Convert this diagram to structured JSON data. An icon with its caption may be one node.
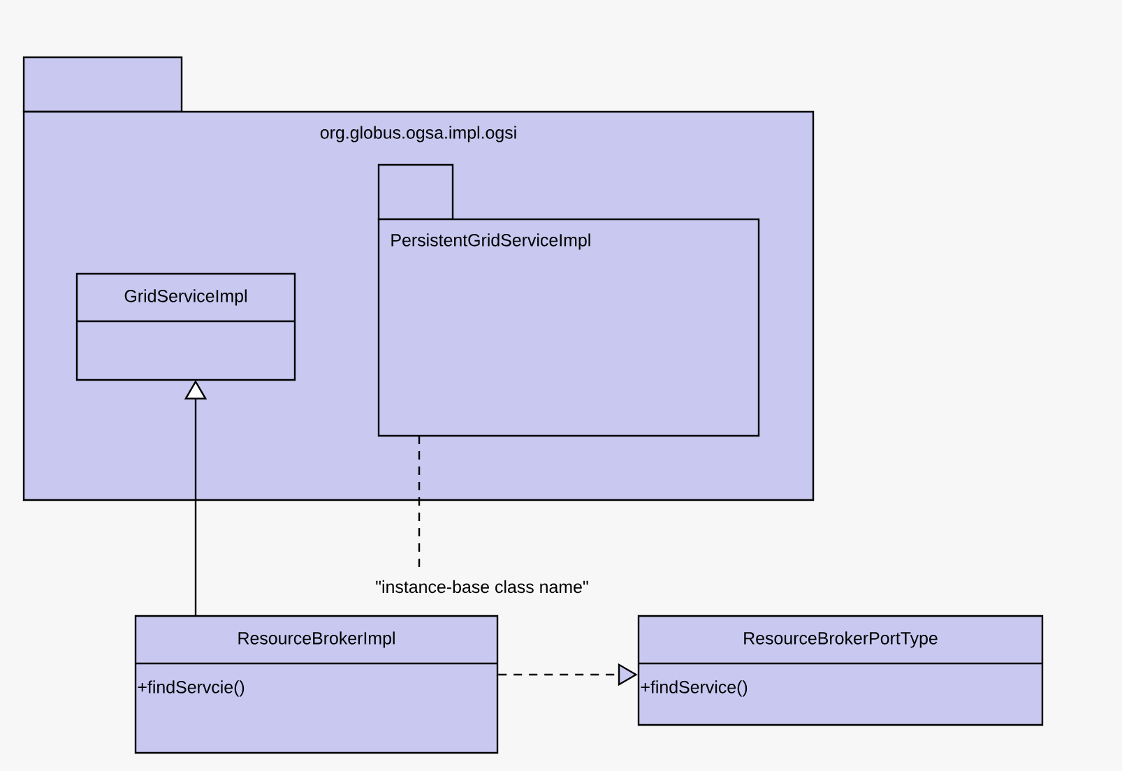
{
  "diagram": {
    "nodes": [
      {
        "text": [
          "org.globus.ogsa.impl.ogsi"
        ]
      },
      {
        "text": [
          "GridServiceImpl"
        ],
        "in": 0
      },
      {
        "text": [
          "PersistentGridServiceImpl"
        ],
        "in": 0
      },
      {
        "text": [
          "\"instance-base class name\""
        ]
      },
      {
        "text": [
          "ResourceBrokerImpl",
          "+findServcie()"
        ]
      },
      {
        "text": [
          "ResourceBrokerPortType",
          "+findService()"
        ]
      }
    ],
    "edges": [
      {
        "from": 4,
        "to": 1,
        "arrow": "to"
      },
      {
        "from": 2,
        "to": 3,
        "arrow": "none",
        "style": "dashed"
      },
      {
        "from": 4,
        "to": 5,
        "arrow": "to",
        "style": "dashed"
      }
    ]
  }
}
